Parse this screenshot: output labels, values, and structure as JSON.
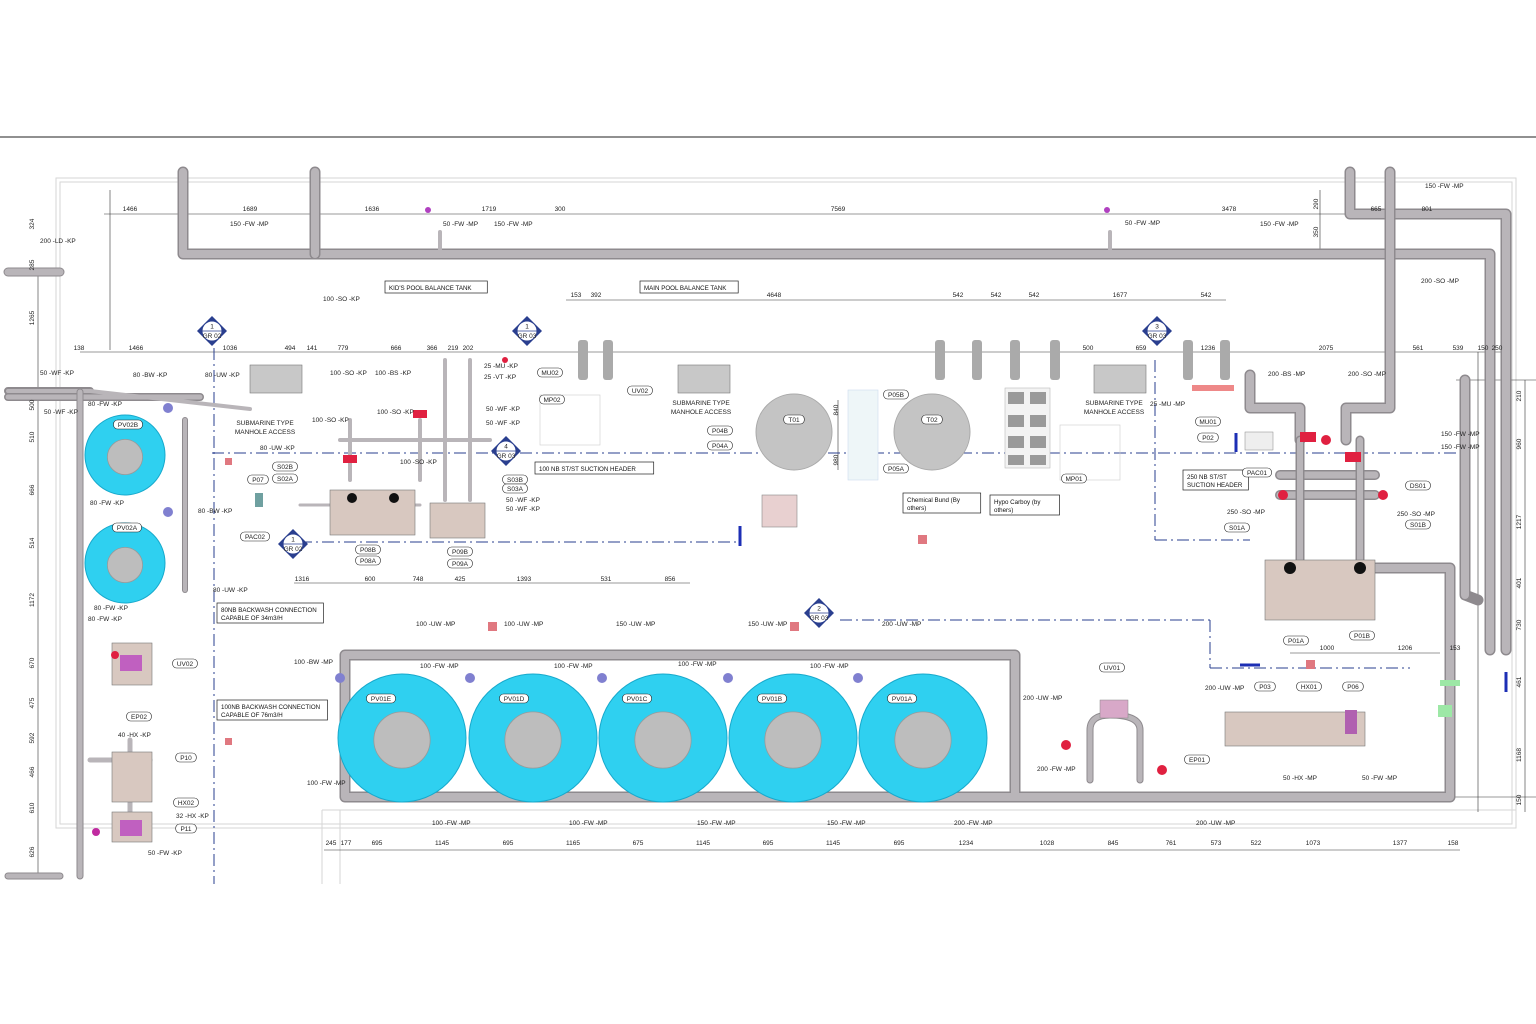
{
  "colors": {
    "vessel": "#2fd0f0",
    "vessel_dark": "#17a9cc",
    "pipe": "#b9b5b9",
    "accent_red": "#e02040",
    "accent_magenta": "#c02aa0",
    "accent_green": "#6fe08a",
    "grid_blue": "#2a3f8f"
  },
  "labels": {
    "kids_tank": "KID'S POOL BALANCE TANK",
    "main_tank": "MAIN POOL BALANCE TANK",
    "manhole1": "SUBMARINE TYPE MANHOLE ACCESS",
    "manhole2": "SUBMARINE TYPE MANHOLE ACCESS",
    "manhole3": "SUBMARINE TYPE MANHOLE ACCESS",
    "header100": "100 NB ST/ST SUCTION HEADER",
    "header250_1": "250 NB ST/ST",
    "header250_2": "SUCTION HEADER",
    "backwash80_1": "80NB BACKWASH CONNECTION",
    "backwash80_2": "CAPABLE OF 34m3/H",
    "backwash100_1": "100NB BACKWASH CONNECTION",
    "backwash100_2": "CAPABLE OF 76m3/H",
    "chem_bund_1": "Chemical Bund (By",
    "chem_bund_2": "others)",
    "hypo_1": "Hypo Carboy (by",
    "hypo_2": "others)"
  },
  "top_dims": [
    "1466",
    "1689",
    "1636",
    "1719",
    "300",
    "7569",
    "3478",
    "665",
    "801"
  ],
  "mid_dims": [
    "153",
    "392",
    "4648",
    "542",
    "542",
    "542",
    "1677",
    "542"
  ],
  "row_dims": [
    "138",
    "1466",
    "1036",
    "494",
    "141",
    "779",
    "666",
    "366",
    "219",
    "202",
    "500",
    "659",
    "1236",
    "2075",
    "561",
    "539",
    "150",
    "250"
  ],
  "low_dims": [
    "1316",
    "600",
    "748",
    "425",
    "1393",
    "531",
    "856"
  ],
  "bottom_dims": [
    "245",
    "177",
    "695",
    "1145",
    "695",
    "1165",
    "675",
    "1145",
    "695",
    "1145",
    "695",
    "1234",
    "1028",
    "845",
    "761",
    "573",
    "522",
    "1073",
    "1377",
    "158"
  ],
  "left_dims": [
    "324",
    "285",
    "1265",
    "500",
    "510",
    "666",
    "514",
    "1172",
    "670",
    "475",
    "592",
    "466",
    "610",
    "626"
  ],
  "right_dims": [
    "290",
    "350",
    "210",
    "960",
    "1217",
    "401",
    "730",
    "461",
    "1168",
    "150"
  ],
  "extra_dims": [
    "1000",
    "1206",
    "153",
    "840",
    "980"
  ],
  "line_tags": [
    {
      "id": "l1",
      "text": "200 -LD -KP"
    },
    {
      "id": "l2",
      "text": "150 -FW -MP"
    },
    {
      "id": "l3",
      "text": "50 -FW -MP"
    },
    {
      "id": "l4",
      "text": "150 -FW -MP"
    },
    {
      "id": "l5",
      "text": "50 -FW -MP"
    },
    {
      "id": "l6",
      "text": "150 -FW -MP"
    },
    {
      "id": "l7",
      "text": "150 -FW -MP"
    },
    {
      "id": "l8",
      "text": "200 -SO -MP"
    },
    {
      "id": "l9",
      "text": "100 -SO -KP"
    },
    {
      "id": "l10",
      "text": "50 -WF -KP"
    },
    {
      "id": "l11",
      "text": "50 -WF -KP"
    },
    {
      "id": "l12",
      "text": "80 -BW -KP"
    },
    {
      "id": "l13",
      "text": "80 -UW -KP"
    },
    {
      "id": "l14",
      "text": "100 -SO -KP"
    },
    {
      "id": "l15",
      "text": "100 -BS -KP"
    },
    {
      "id": "l16",
      "text": "25 -MU -KP"
    },
    {
      "id": "l17",
      "text": "25 -VT -KP"
    },
    {
      "id": "l18",
      "text": "80 -FW -KP"
    },
    {
      "id": "l19",
      "text": "100 -SO -KP"
    },
    {
      "id": "l20",
      "text": "100 -SO -KP"
    },
    {
      "id": "l21",
      "text": "50 -WF -KP"
    },
    {
      "id": "l22",
      "text": "50 -WF -KP"
    },
    {
      "id": "l23",
      "text": "80 -UW -KP"
    },
    {
      "id": "l24",
      "text": "100 -SO -KP"
    },
    {
      "id": "l25",
      "text": "50 -WF -KP"
    },
    {
      "id": "l26",
      "text": "50 -WF -KP"
    },
    {
      "id": "l27",
      "text": "80 -FW -KP"
    },
    {
      "id": "l28",
      "text": "80 -BW -KP"
    },
    {
      "id": "l29",
      "text": "80 -UW -KP"
    },
    {
      "id": "l30",
      "text": "80 -FW -KP"
    },
    {
      "id": "l31",
      "text": "200 -BS -MP"
    },
    {
      "id": "l32",
      "text": "200 -SO -MP"
    },
    {
      "id": "l33",
      "text": "25 -MU -MP"
    },
    {
      "id": "l34",
      "text": "150 -FW -MP"
    },
    {
      "id": "l35",
      "text": "150 -FW -MP"
    },
    {
      "id": "l36",
      "text": "250 -SO -MP"
    },
    {
      "id": "l37",
      "text": "250 -SO -MP"
    },
    {
      "id": "l38",
      "text": "100 -UW -MP"
    },
    {
      "id": "l39",
      "text": "100 -UW -MP"
    },
    {
      "id": "l40",
      "text": "150 -UW -MP"
    },
    {
      "id": "l41",
      "text": "150 -UW -MP"
    },
    {
      "id": "l42",
      "text": "200 -UW -MP"
    },
    {
      "id": "l43",
      "text": "100 -BW -MP"
    },
    {
      "id": "l44",
      "text": "100 -FW -MP"
    },
    {
      "id": "l45",
      "text": "100 -FW -MP"
    },
    {
      "id": "l46",
      "text": "100 -FW -MP"
    },
    {
      "id": "l47",
      "text": "100 -FW -MP"
    },
    {
      "id": "l48",
      "text": "200 -UW -MP"
    },
    {
      "id": "l49",
      "text": "200 -UW -MP"
    },
    {
      "id": "l50",
      "text": "100 -FW -MP"
    },
    {
      "id": "l51",
      "text": "100 -FW -MP"
    },
    {
      "id": "l52",
      "text": "100 -FW -MP"
    },
    {
      "id": "l53",
      "text": "150 -FW -MP"
    },
    {
      "id": "l54",
      "text": "150 -FW -MP"
    },
    {
      "id": "l55",
      "text": "200 -FW -MP"
    },
    {
      "id": "l56",
      "text": "200 -UW -MP"
    },
    {
      "id": "l57",
      "text": "200 -FW -MP"
    },
    {
      "id": "l58",
      "text": "50 -HX -MP"
    },
    {
      "id": "l59",
      "text": "50 -FW -MP"
    },
    {
      "id": "l60",
      "text": "40 -HX -KP"
    },
    {
      "id": "l61",
      "text": "32 -HX -KP"
    },
    {
      "id": "l62",
      "text": "50 -FW -KP"
    },
    {
      "id": "l63",
      "text": "80 -FW -KP"
    }
  ],
  "equip_tags": [
    {
      "id": "e1",
      "text": "MU02"
    },
    {
      "id": "e2",
      "text": "MP02"
    },
    {
      "id": "e3",
      "text": "UV02"
    },
    {
      "id": "e4",
      "text": "MP01"
    },
    {
      "id": "e5",
      "text": "MU01"
    },
    {
      "id": "e6",
      "text": "P04B"
    },
    {
      "id": "e7",
      "text": "P04A"
    },
    {
      "id": "e8",
      "text": "P05B"
    },
    {
      "id": "e9",
      "text": "P05A"
    },
    {
      "id": "e10",
      "text": "T01"
    },
    {
      "id": "e11",
      "text": "T02"
    },
    {
      "id": "e12",
      "text": "PV02B"
    },
    {
      "id": "e13",
      "text": "PV02A"
    },
    {
      "id": "e14",
      "text": "S02B"
    },
    {
      "id": "e15",
      "text": "S02A"
    },
    {
      "id": "e16",
      "text": "P07"
    },
    {
      "id": "e17",
      "text": "PAC02"
    },
    {
      "id": "e18",
      "text": "S03B"
    },
    {
      "id": "e19",
      "text": "S03A"
    },
    {
      "id": "e20",
      "text": "P08B"
    },
    {
      "id": "e21",
      "text": "P08A"
    },
    {
      "id": "e22",
      "text": "P09B"
    },
    {
      "id": "e23",
      "text": "P09A"
    },
    {
      "id": "e24",
      "text": "P02"
    },
    {
      "id": "e25",
      "text": "PAC01"
    },
    {
      "id": "e26",
      "text": "DS01"
    },
    {
      "id": "e27",
      "text": "S01A"
    },
    {
      "id": "e28",
      "text": "S01B"
    },
    {
      "id": "e29",
      "text": "P01A"
    },
    {
      "id": "e30",
      "text": "P01B"
    },
    {
      "id": "e31",
      "text": "UV02"
    },
    {
      "id": "e32",
      "text": "EP02"
    },
    {
      "id": "e33",
      "text": "P10"
    },
    {
      "id": "e34",
      "text": "HX02"
    },
    {
      "id": "e35",
      "text": "P11"
    },
    {
      "id": "e36",
      "text": "PV01E"
    },
    {
      "id": "e37",
      "text": "PV01D"
    },
    {
      "id": "e38",
      "text": "PV01C"
    },
    {
      "id": "e39",
      "text": "PV01B"
    },
    {
      "id": "e40",
      "text": "PV01A"
    },
    {
      "id": "e41",
      "text": "UV01"
    },
    {
      "id": "e42",
      "text": "EP01"
    },
    {
      "id": "e43",
      "text": "P03"
    },
    {
      "id": "e44",
      "text": "HX01"
    },
    {
      "id": "e45",
      "text": "P06"
    }
  ],
  "grid_bubbles": [
    {
      "id": "g1",
      "num": "1",
      "ref": "GR 02"
    },
    {
      "id": "g2",
      "num": "1",
      "ref": "GR 03"
    },
    {
      "id": "g3",
      "num": "3",
      "ref": "GR 03"
    },
    {
      "id": "g4",
      "num": "4",
      "ref": "GR 03"
    },
    {
      "id": "g5",
      "num": "1",
      "ref": "GR 02"
    },
    {
      "id": "g6",
      "num": "2",
      "ref": "GR 03"
    }
  ]
}
